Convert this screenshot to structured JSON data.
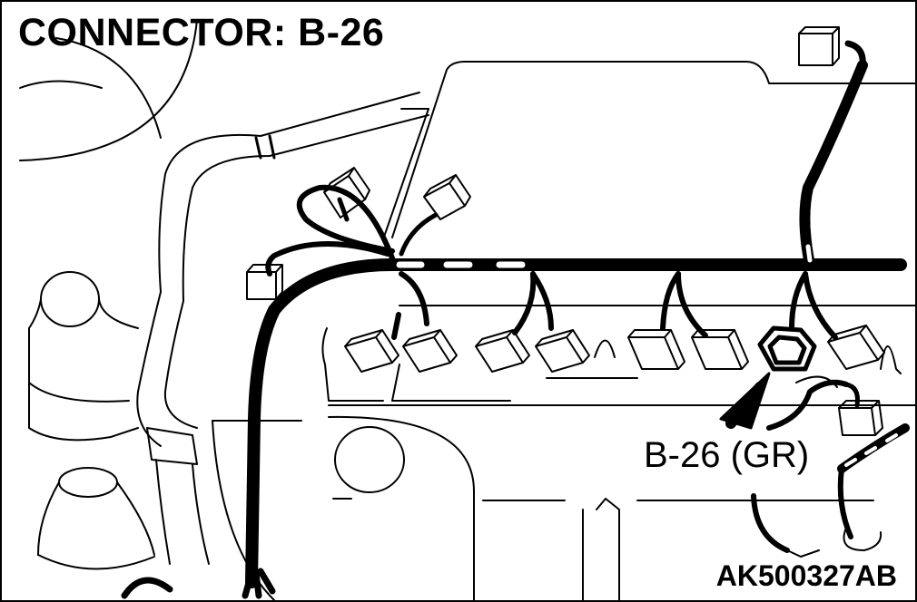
{
  "title": "CONNECTOR: B-26",
  "callout_label": "B-26 (GR)",
  "figure_code": "AK500327AB",
  "icons": [
    "engine-bay-line-art",
    "wiring-harness",
    "connector-b26-highlighted",
    "callout-arrow"
  ]
}
